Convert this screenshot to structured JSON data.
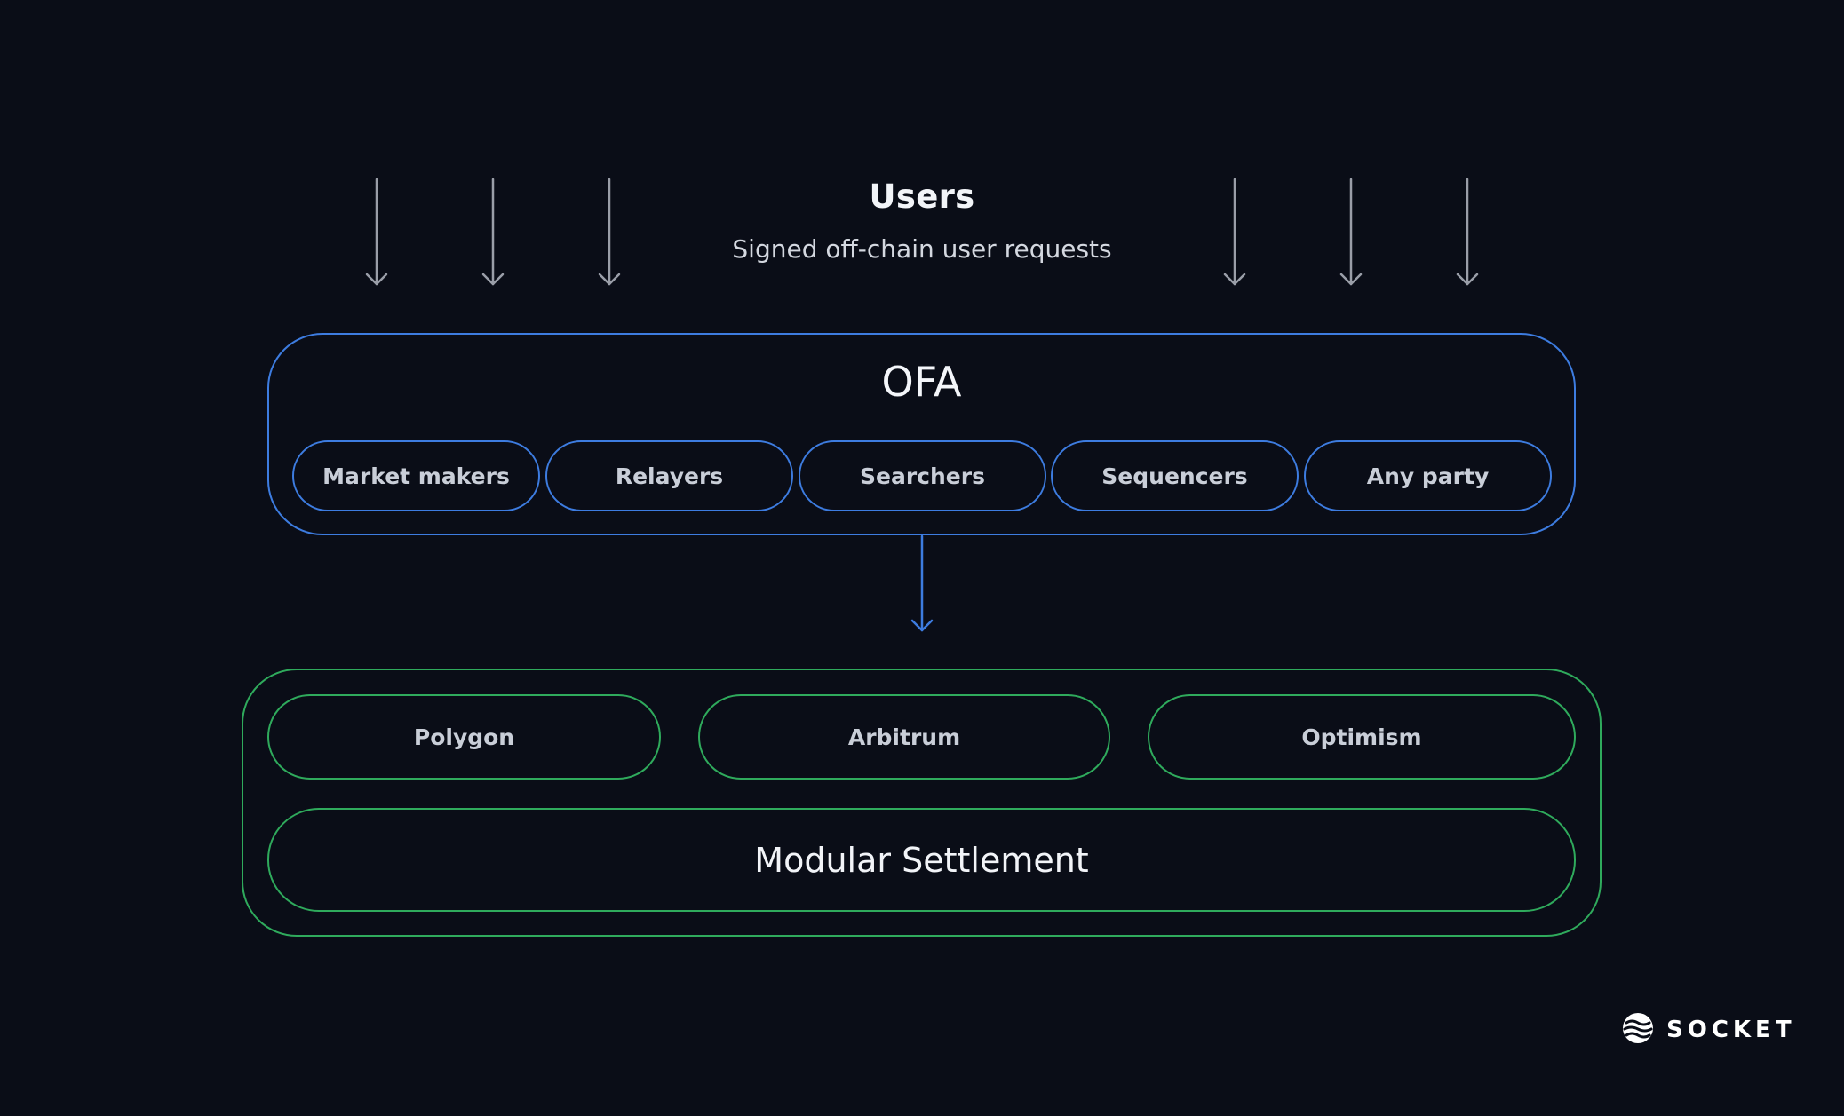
{
  "users": {
    "title": "Users",
    "subtitle": "Signed off-chain user requests"
  },
  "ofa": {
    "title": "OFA",
    "parties": [
      "Market makers",
      "Relayers",
      "Searchers",
      "Sequencers",
      "Any party"
    ]
  },
  "settlement": {
    "chains": [
      "Polygon",
      "Arbitrum",
      "Optimism"
    ],
    "layer_label": "Modular Settlement"
  },
  "brand": {
    "name": "SOCKET",
    "logo_icon": "socket-logo-icon"
  },
  "colors": {
    "background": "#0a0d17",
    "ofa_border": "#3d7ce0",
    "settlement_border": "#2faa5c",
    "user_arrow": "#9a9ea8",
    "flow_arrow": "#3d7ce0"
  }
}
